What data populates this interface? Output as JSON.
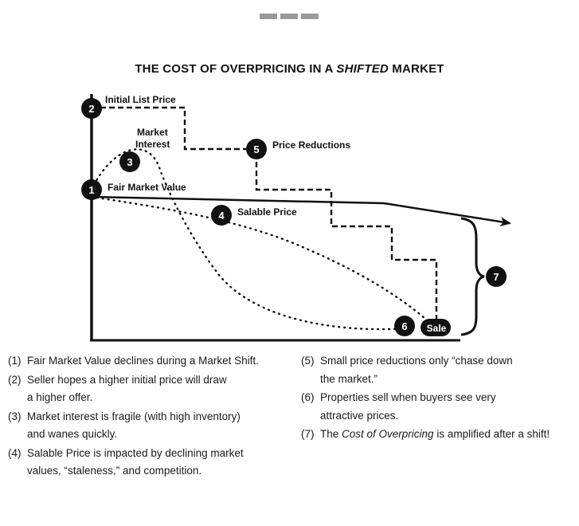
{
  "title": {
    "prefix": "THE COST OF OVERPRICING IN A ",
    "emphasis": "SHIFTED",
    "suffix": " MARKET"
  },
  "markers": [
    {
      "number": "1",
      "label": "Fair Market Value"
    },
    {
      "number": "2",
      "label": "Initial List Price"
    },
    {
      "number": "3",
      "label_line1": "Market",
      "label_line2": "Interest"
    },
    {
      "number": "4",
      "label": "Salable Price"
    },
    {
      "number": "5",
      "label": "Price Reductions"
    },
    {
      "number": "6",
      "label": "Sale"
    },
    {
      "number": "7",
      "label": ""
    }
  ],
  "notes_left": [
    {
      "num": "(1)",
      "line1": "Fair Market Value declines during a Market Shift.",
      "line2": ""
    },
    {
      "num": "(2)",
      "line1": "Seller hopes a higher initial price will draw",
      "line2": "a higher offer."
    },
    {
      "num": "(3)",
      "line1": "Market interest is fragile (with high inventory)",
      "line2": "and wanes quickly."
    },
    {
      "num": "(4)",
      "line1": "Salable Price is impacted by declining market",
      "line2": "values, “staleness,” and competition."
    }
  ],
  "notes_right": [
    {
      "num": "(5)",
      "line1": "Small price reductions only “chase down",
      "line2": "the market.”"
    },
    {
      "num": "(6)",
      "line1": "Properties sell when buyers see very",
      "line2": "attractive prices."
    },
    {
      "num": "(7)",
      "pre": "The ",
      "emphasis": "Cost of Overpricing",
      "post": " is amplified after a shift!"
    }
  ],
  "colors": {
    "ink": "#111111",
    "marker_fill": "#111111",
    "marker_text": "#ffffff",
    "placeholder_bars": "#9a9a9a"
  }
}
